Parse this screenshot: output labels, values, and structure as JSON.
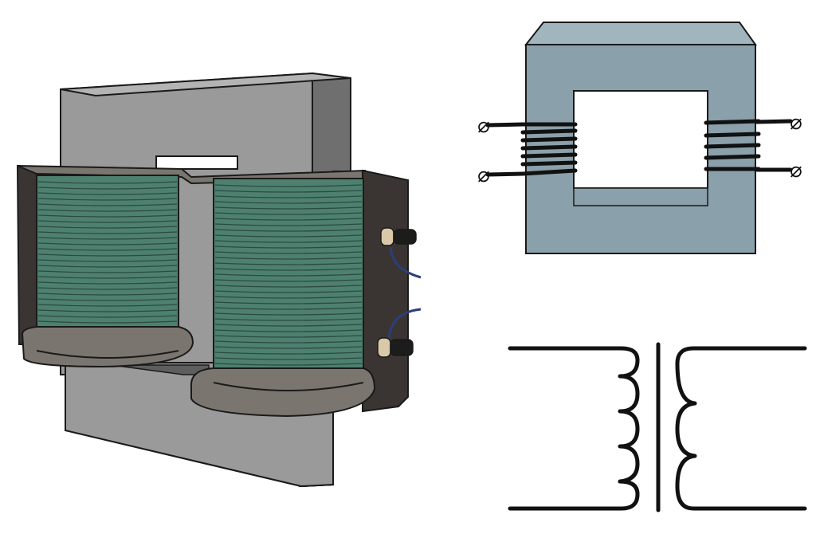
{
  "colors": {
    "background": "#ffffff",
    "outline": "#1a1a1a",
    "core_front": "#9a9a9a",
    "core_side": "#6f6f6f",
    "core_top": "#b4b4b4",
    "coil_copper": "#4e8070",
    "coil_lines": "#2b4a40",
    "bobbin_dark": "#3a3532",
    "bobbin_flange": "#7a766f",
    "terminal_brass": "#d9c9a8",
    "terminal_post": "#1c1c1c",
    "lead_wire": "#2c3e7a",
    "schematic_core": "#8aa0ab",
    "schematic_core_top": "#a1b5bf",
    "schematic_window": "#ffffff",
    "winding": "#111111",
    "symbol_stroke": "#111111"
  },
  "figures": [
    {
      "id": "illustration",
      "label": ""
    },
    {
      "id": "core-diagram",
      "label": ""
    },
    {
      "id": "circuit-symbol",
      "label": ""
    }
  ],
  "terminal_glyph": "⌀"
}
